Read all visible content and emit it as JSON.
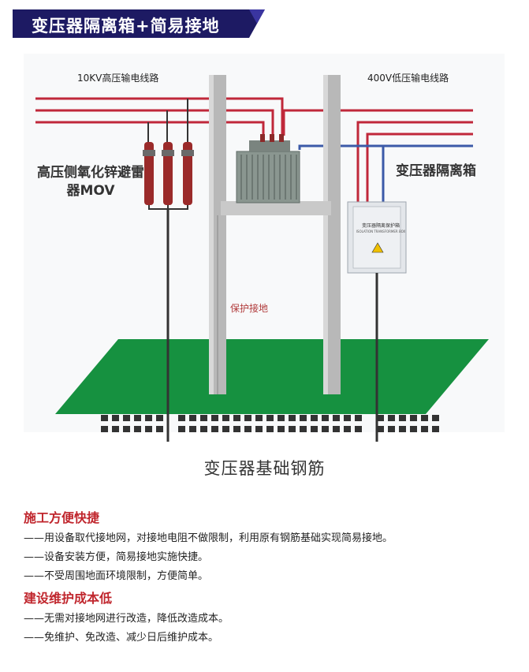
{
  "title": "变压器隔离箱+简易接地",
  "diagram": {
    "hv_line_label": "10KV高压输电线路",
    "lv_line_label": "400V低压输电线路",
    "arrester_label": "高压侧氧化锌避雷器MOV",
    "box_label": "变压器隔离箱",
    "protective_earth_label": "保护接地",
    "foundation_label": "变压器基础钢筋",
    "box_panel_title": "变压器隔离保护箱",
    "box_panel_subtitle": "ISOLATION TRANSFORMER BOX",
    "colors": {
      "hv_line": "#c0283a",
      "lv_line": "#3c5aa8",
      "ground": "#169140",
      "pole": "#b8b8b8",
      "banner": "#1d1a63"
    }
  },
  "sections": [
    {
      "heading": "施工方便快捷",
      "items": [
        "——用设备取代接地网，对接地电阻不做限制，利用原有钢筋基础实现简易接地。",
        "——设备安装方便，简易接地实施快捷。",
        "——不受周围地面环境限制，方便简单。"
      ]
    },
    {
      "heading": "建设维护成本低",
      "items": [
        "——无需对接地网进行改造，降低改造成本。",
        "——免维护、免改造、减少日后维护成本。"
      ]
    }
  ]
}
